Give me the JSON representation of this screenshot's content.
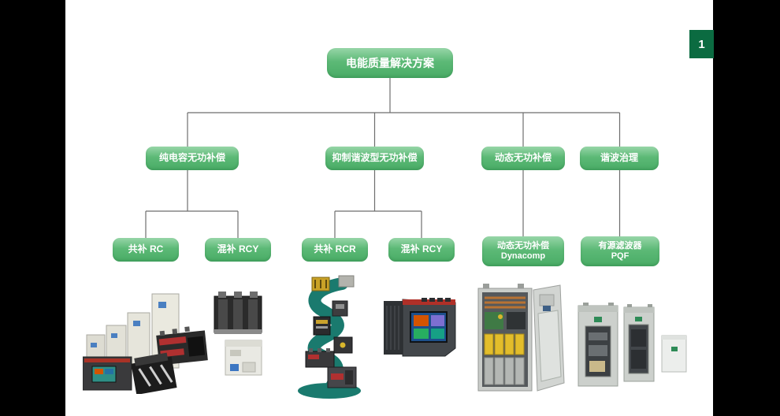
{
  "page": {
    "number_badge": "1",
    "colors": {
      "node_green_light": "#97d6a8",
      "node_green": "#49ac66",
      "badge_green": "#0b6b41",
      "connector_gray": "#6e6e6e",
      "page_background": "#ffffff",
      "margin_background": "#000000"
    }
  },
  "diagram": {
    "root": {
      "label": "电能质量解决方案"
    },
    "level2": [
      {
        "label": "纯电容无功补偿"
      },
      {
        "label": "抑制谐波型无功补偿"
      },
      {
        "label": "动态无功补偿"
      },
      {
        "label": "谐波治理"
      }
    ],
    "level3": [
      {
        "label": "共补 RC"
      },
      {
        "label": "混补 RCY"
      },
      {
        "label": "共补 RCR"
      },
      {
        "label": "混补 RCY"
      },
      {
        "label": "动态无功补偿",
        "sublabel": "Dynacomp"
      },
      {
        "label": "有源滤波器",
        "sublabel": "PQF"
      }
    ],
    "products": [
      {
        "name": "capacitor-banks-and-switchgear-collage"
      },
      {
        "name": "three-phase-contactor-and-din-module"
      },
      {
        "name": "component-family-vine"
      },
      {
        "name": "rvc-power-factor-controller"
      },
      {
        "name": "dynacomp-open-cabinet"
      },
      {
        "name": "pqf-active-filter-cabinets"
      }
    ]
  }
}
